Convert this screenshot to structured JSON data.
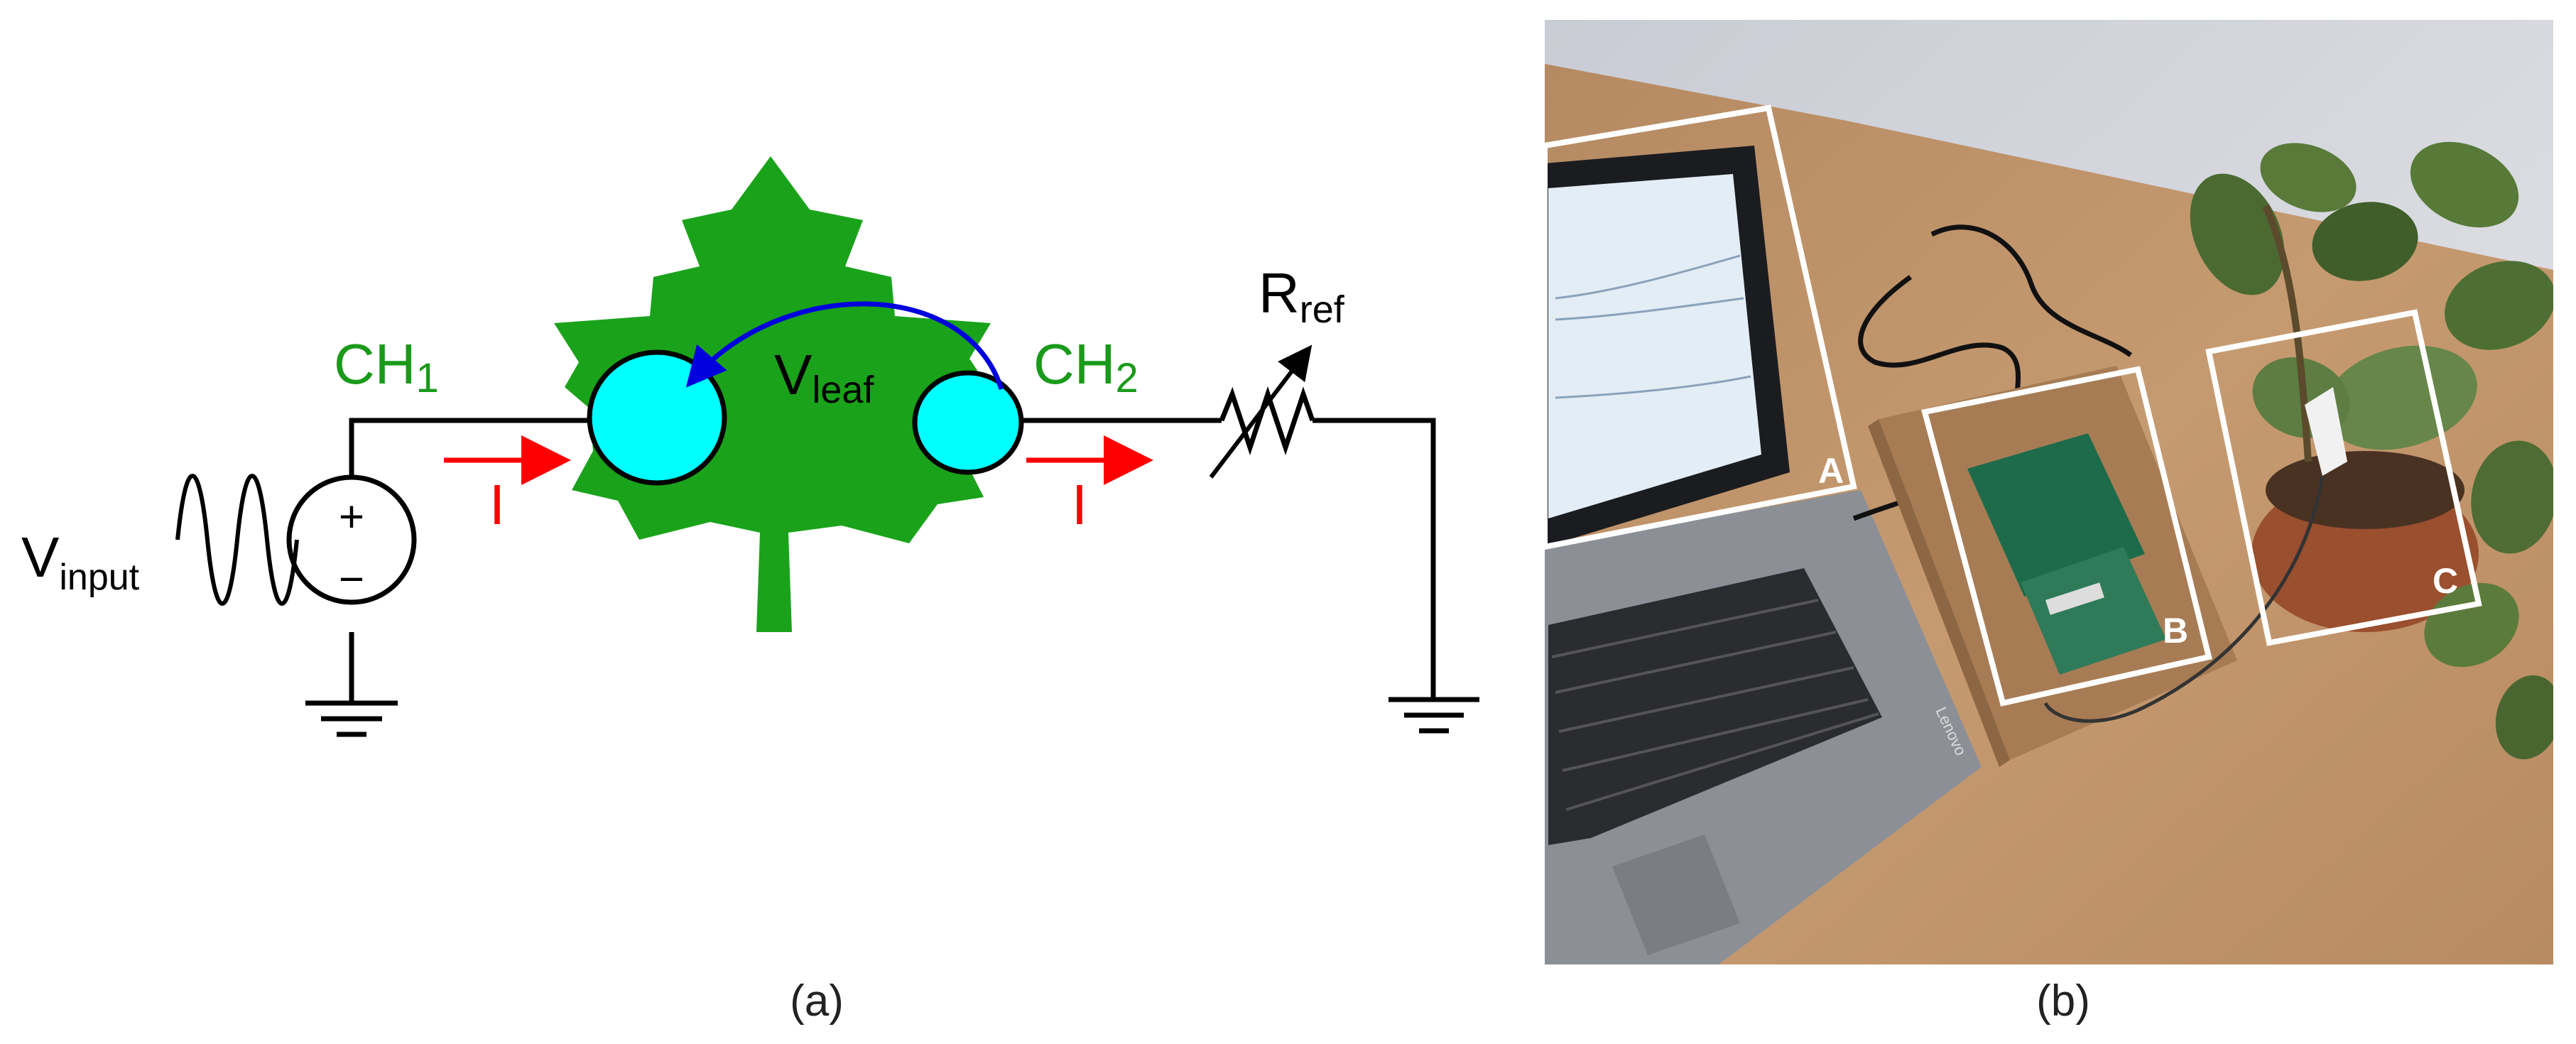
{
  "panel_a": {
    "caption": "(a)",
    "v_input": {
      "main": "V",
      "sub": "input"
    },
    "plus_sign": "+",
    "minus_sign": "−",
    "ch1": {
      "main": "CH",
      "sub": "1"
    },
    "ch2": {
      "main": "CH",
      "sub": "2"
    },
    "v_leaf": {
      "main": "V",
      "sub": "leaf"
    },
    "r_ref": {
      "main": "R",
      "sub": "ref"
    },
    "current_label": "I",
    "colors": {
      "wire": "#000000",
      "leaf": "#1aa31a",
      "electrode": "#00ffff",
      "voltage_arrow": "#0000dd",
      "current": "#ff0000",
      "channel_text": "#1a9a1a"
    }
  },
  "panel_b": {
    "caption": "(b)",
    "box_a_label": "A",
    "box_b_label": "B",
    "box_c_label": "C",
    "laptop_brand": "Lenovo"
  }
}
